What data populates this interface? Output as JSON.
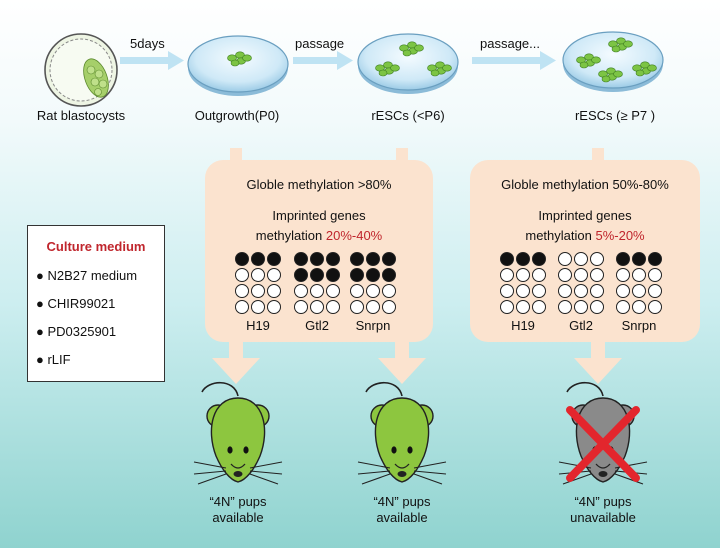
{
  "stages": [
    {
      "id": "blastocyst",
      "label": "Rat blastocysts"
    },
    {
      "id": "p0",
      "label": "Outgrowth(P0)"
    },
    {
      "id": "p6",
      "label": "rESCs (<P6)"
    },
    {
      "id": "p7",
      "label": "rESCs (≥ P7 )"
    }
  ],
  "transitions": [
    "5days",
    "passage",
    "passage..."
  ],
  "panels": [
    {
      "global": "Globle methylation >80%",
      "imprint_title": "Imprinted genes",
      "imprint_prefix": "methylation ",
      "imprint_range": "20%-40%",
      "genes": [
        {
          "name": "H19",
          "rows": [
            [
              1,
              1,
              1
            ],
            [
              0,
              0,
              0
            ],
            [
              0,
              0,
              0
            ],
            [
              0,
              0,
              0
            ]
          ]
        },
        {
          "name": "Gtl2",
          "rows": [
            [
              1,
              1,
              1
            ],
            [
              1,
              1,
              1
            ],
            [
              0,
              0,
              0
            ],
            [
              0,
              0,
              0
            ]
          ]
        },
        {
          "name": "Snrpn",
          "rows": [
            [
              1,
              1,
              1
            ],
            [
              1,
              1,
              1
            ],
            [
              0,
              0,
              0
            ],
            [
              0,
              0,
              0
            ]
          ]
        }
      ]
    },
    {
      "global": "Globle methylation 50%-80%",
      "imprint_title": "Imprinted genes",
      "imprint_prefix": "methylation ",
      "imprint_range": "5%-20%",
      "genes": [
        {
          "name": "H19",
          "rows": [
            [
              1,
              1,
              1
            ],
            [
              0,
              0,
              0
            ],
            [
              0,
              0,
              0
            ],
            [
              0,
              0,
              0
            ]
          ]
        },
        {
          "name": "Gtl2",
          "rows": [
            [
              0,
              0,
              0
            ],
            [
              0,
              0,
              0
            ],
            [
              0,
              0,
              0
            ],
            [
              0,
              0,
              0
            ]
          ]
        },
        {
          "name": "Snrpn",
          "rows": [
            [
              1,
              1,
              1
            ],
            [
              0,
              0,
              0
            ],
            [
              0,
              0,
              0
            ],
            [
              0,
              0,
              0
            ]
          ]
        }
      ]
    }
  ],
  "culture_medium": {
    "title": "Culture medium",
    "items": [
      "N2B27 medium",
      "CHIR99021",
      "PD0325901",
      "rLIF"
    ]
  },
  "pups": [
    {
      "line1": "“4N” pups",
      "line2": "available",
      "status": "available"
    },
    {
      "line1": "“4N” pups",
      "line2": "available",
      "status": "available"
    },
    {
      "line1": "“4N” pups",
      "line2": "unavailable",
      "status": "unavailable"
    }
  ],
  "colors": {
    "colony": "#7cc444",
    "mouse_ok": "#8dc63f",
    "mouse_no": "#8a8a8a",
    "cross": "#e3262d",
    "panel": "#fbe3cf",
    "arrow": "#bfe3f3",
    "highlight": "#c0262d"
  }
}
